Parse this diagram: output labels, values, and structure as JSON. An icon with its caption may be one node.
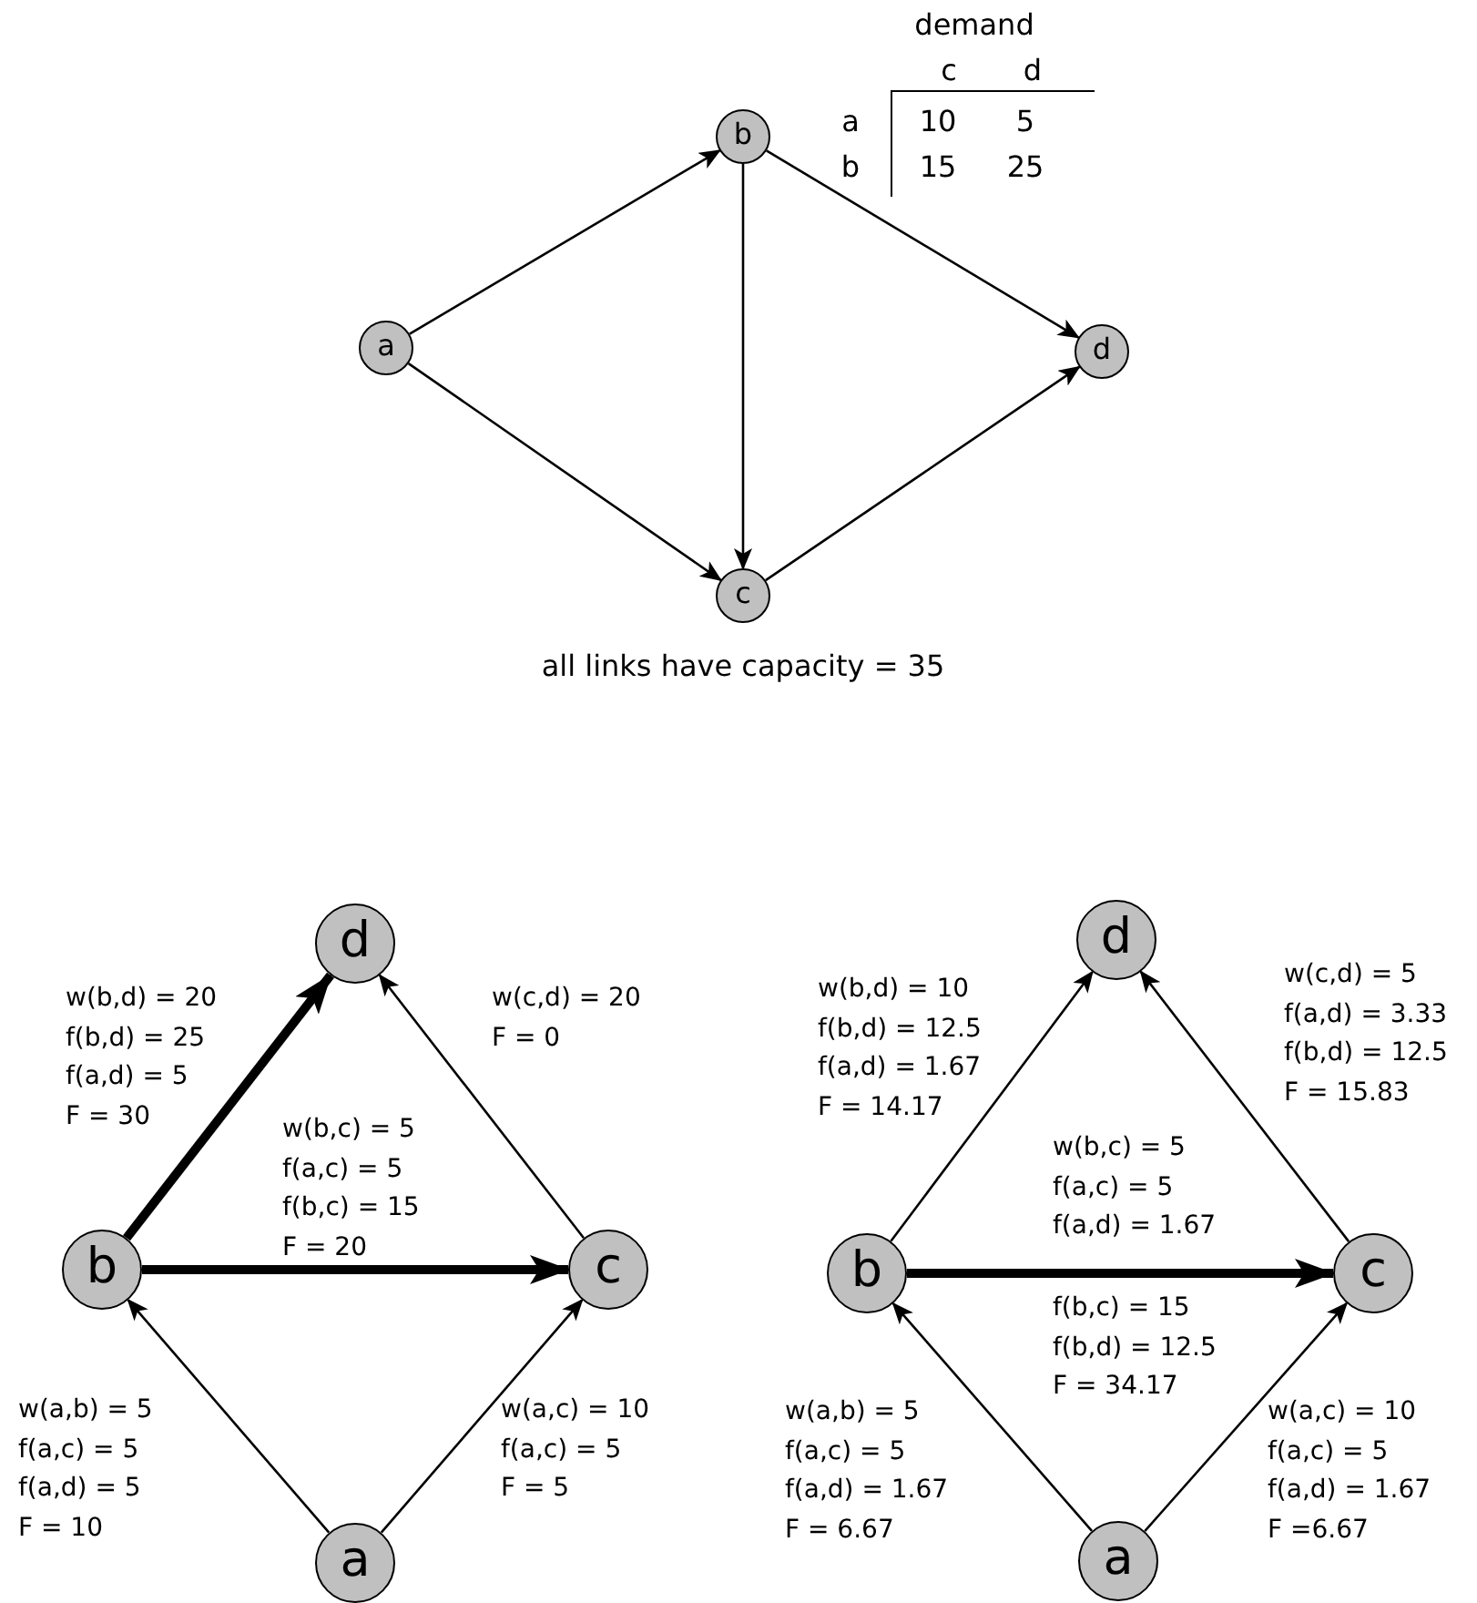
{
  "diagram": {
    "nodes": [
      {
        "text": [
          "a"
        ]
      },
      {
        "text": [
          "b"
        ]
      },
      {
        "text": [
          "c"
        ]
      },
      {
        "text": [
          "d"
        ]
      },
      {
        "text": [
          "d"
        ]
      },
      {
        "text": [
          "b"
        ]
      },
      {
        "text": [
          "c"
        ]
      },
      {
        "text": [
          "a"
        ]
      },
      {
        "text": [
          "d"
        ]
      },
      {
        "text": [
          "b"
        ]
      },
      {
        "text": [
          "c"
        ]
      },
      {
        "text": [
          "a"
        ]
      }
    ],
    "edges": [
      {
        "from": 0,
        "to": 1,
        "arrow": "to"
      },
      {
        "from": 0,
        "to": 2,
        "arrow": "to"
      },
      {
        "from": 1,
        "to": 2,
        "arrow": "to"
      },
      {
        "from": 1,
        "to": 3,
        "arrow": "to"
      },
      {
        "from": 2,
        "to": 3,
        "arrow": "to"
      },
      {
        "from": 7,
        "to": 5,
        "arrow": "to"
      },
      {
        "from": 7,
        "to": 6,
        "arrow": "to"
      },
      {
        "from": 5,
        "to": 6,
        "arrow": "to",
        "style": "thick"
      },
      {
        "from": 5,
        "to": 4,
        "arrow": "to",
        "style": "thick"
      },
      {
        "from": 6,
        "to": 4,
        "arrow": "to"
      },
      {
        "from": 11,
        "to": 9,
        "arrow": "to"
      },
      {
        "from": 11,
        "to": 10,
        "arrow": "to"
      },
      {
        "from": 9,
        "to": 10,
        "arrow": "to",
        "style": "thick"
      },
      {
        "from": 9,
        "to": 8,
        "arrow": "to"
      },
      {
        "from": 10,
        "to": 8,
        "arrow": "to"
      }
    ],
    "labels": [
      "demand",
      "c",
      "d",
      "a",
      "10",
      "5",
      "b",
      "15",
      "25",
      "all links have capacity = 35",
      "w(b,d) = 20",
      "f(b,d) = 25",
      "f(a,d) = 5",
      "F = 30",
      "w(c,d) = 20",
      "F = 0",
      "w(b,c) = 5",
      "f(a,c) = 5",
      "f(b,c) = 15",
      "F = 20",
      "w(a,b) = 5",
      "f(a,c) = 5",
      "f(a,d) = 5",
      "F = 10",
      "w(a,c) = 10",
      "f(a,c) = 5",
      "F = 5",
      "w(b,d) = 10",
      "f(b,d) = 12.5",
      "f(a,d) = 1.67",
      "F = 14.17",
      "w(c,d) = 5",
      "f(a,d) = 3.33",
      "f(b,d) = 12.5",
      "F = 15.83",
      "w(b,c) = 5",
      "f(a,c) = 5",
      "f(a,d) = 1.67",
      "f(b,c) = 15",
      "f(b,d) = 12.5",
      "F = 34.17",
      "w(a,b) = 5",
      "f(a,c) = 5",
      "f(a,d) = 1.67",
      "F = 6.67",
      "w(a,c) = 10",
      "f(a,c) = 5",
      "f(a,d) = 1.67",
      "F =6.67"
    ]
  }
}
